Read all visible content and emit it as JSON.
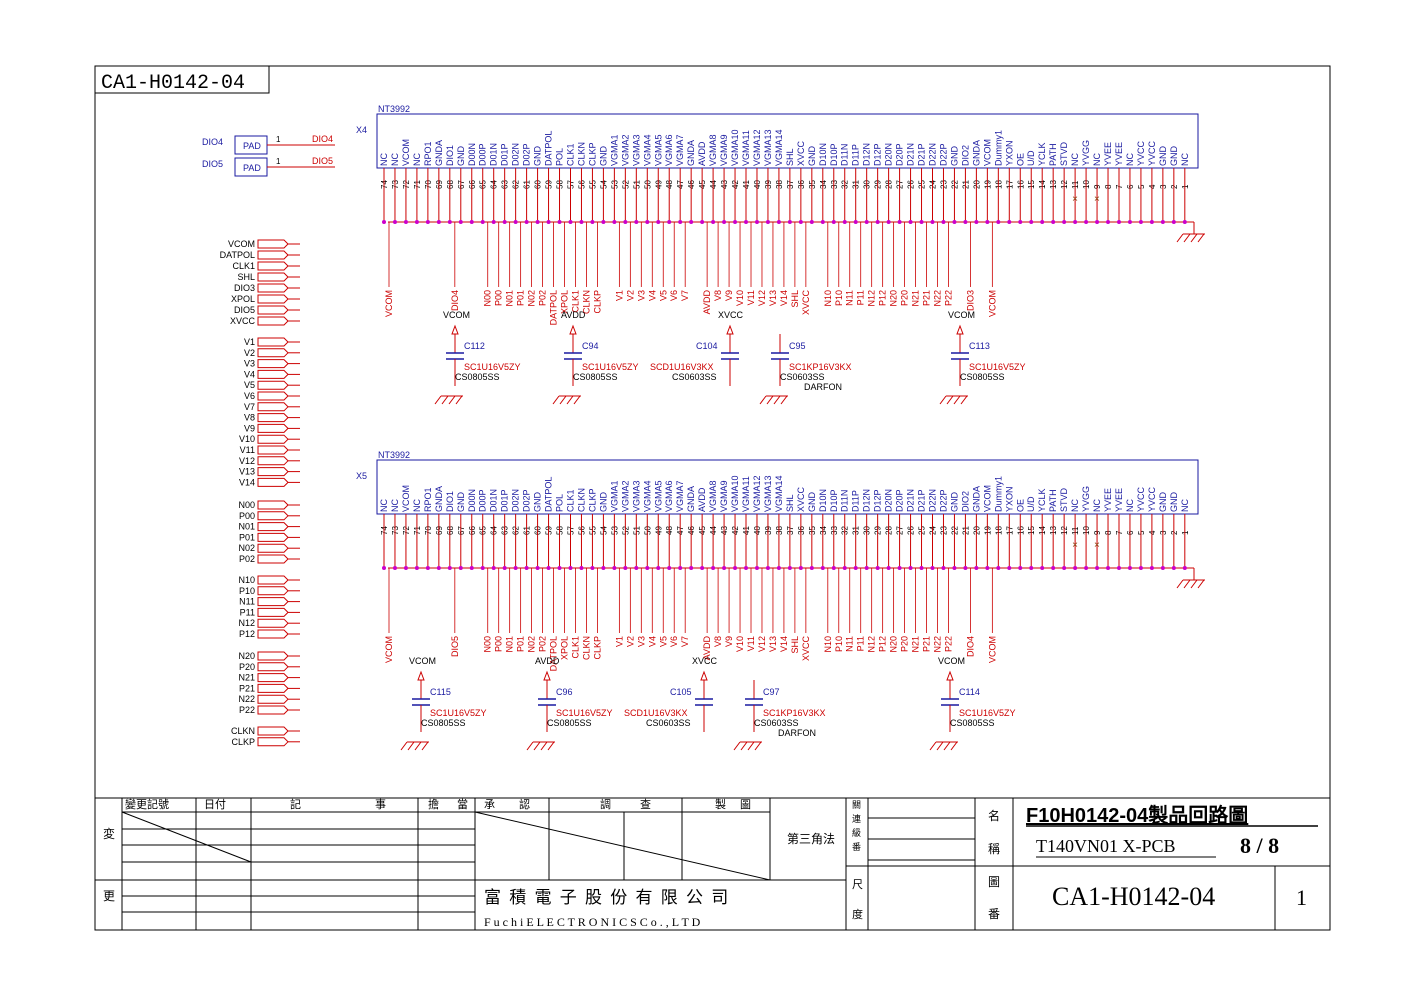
{
  "page": {
    "sheet_code": "CA1-H0142-04"
  },
  "colors": {
    "wire": "#cc0000",
    "part": "#1a1aa0",
    "text": "#000000",
    "node": "#cc00cc",
    "noconnect": "#8b4513"
  },
  "connectors": [
    {
      "part_name": "NT3992",
      "ref": "X4",
      "pins": [
        {
          "num": "74",
          "name": "NC"
        },
        {
          "num": "73",
          "name": "NC"
        },
        {
          "num": "72",
          "name": "VCOM"
        },
        {
          "num": "71",
          "name": "NC"
        },
        {
          "num": "70",
          "name": "RPO1"
        },
        {
          "num": "69",
          "name": "GNDA"
        },
        {
          "num": "68",
          "name": "DIO1"
        },
        {
          "num": "67",
          "name": "GND"
        },
        {
          "num": "66",
          "name": "D00N"
        },
        {
          "num": "65",
          "name": "D00P"
        },
        {
          "num": "64",
          "name": "D01N"
        },
        {
          "num": "63",
          "name": "D01P"
        },
        {
          "num": "62",
          "name": "D02N"
        },
        {
          "num": "61",
          "name": "D02P"
        },
        {
          "num": "60",
          "name": "GND"
        },
        {
          "num": "59",
          "name": "DATPOL"
        },
        {
          "num": "58",
          "name": "POL"
        },
        {
          "num": "57",
          "name": "CLK1"
        },
        {
          "num": "56",
          "name": "CLKN"
        },
        {
          "num": "55",
          "name": "CLKP"
        },
        {
          "num": "54",
          "name": "GND"
        },
        {
          "num": "53",
          "name": "VGMA1"
        },
        {
          "num": "52",
          "name": "VGMA2"
        },
        {
          "num": "51",
          "name": "VGMA3"
        },
        {
          "num": "50",
          "name": "VGMA4"
        },
        {
          "num": "49",
          "name": "VGMA5"
        },
        {
          "num": "48",
          "name": "VGMA6"
        },
        {
          "num": "47",
          "name": "VGMA7"
        },
        {
          "num": "46",
          "name": "GNDA"
        },
        {
          "num": "45",
          "name": "AVDD"
        },
        {
          "num": "44",
          "name": "VGMA8"
        },
        {
          "num": "43",
          "name": "VGMA9"
        },
        {
          "num": "42",
          "name": "VGMA10"
        },
        {
          "num": "41",
          "name": "VGMA11"
        },
        {
          "num": "40",
          "name": "VGMA12"
        },
        {
          "num": "39",
          "name": "VGMA13"
        },
        {
          "num": "38",
          "name": "VGMA14"
        },
        {
          "num": "37",
          "name": "SHL"
        },
        {
          "num": "36",
          "name": "XVCC"
        },
        {
          "num": "35",
          "name": "GND"
        },
        {
          "num": "34",
          "name": "D10N"
        },
        {
          "num": "33",
          "name": "D10P"
        },
        {
          "num": "32",
          "name": "D11N"
        },
        {
          "num": "31",
          "name": "D11P"
        },
        {
          "num": "30",
          "name": "D12N"
        },
        {
          "num": "29",
          "name": "D12P"
        },
        {
          "num": "28",
          "name": "D20N"
        },
        {
          "num": "27",
          "name": "D20P"
        },
        {
          "num": "26",
          "name": "D21N"
        },
        {
          "num": "25",
          "name": "D21P"
        },
        {
          "num": "24",
          "name": "D22N"
        },
        {
          "num": "23",
          "name": "D22P"
        },
        {
          "num": "22",
          "name": "GND"
        },
        {
          "num": "21",
          "name": "DIO2"
        },
        {
          "num": "20",
          "name": "GNDA"
        },
        {
          "num": "19",
          "name": "VCOM"
        },
        {
          "num": "18",
          "name": "Dummy1"
        },
        {
          "num": "17",
          "name": "YXON"
        },
        {
          "num": "16",
          "name": "OE"
        },
        {
          "num": "15",
          "name": "U/D"
        },
        {
          "num": "14",
          "name": "YCLK"
        },
        {
          "num": "13",
          "name": "PATH"
        },
        {
          "num": "12",
          "name": "STVD"
        },
        {
          "num": "11",
          "name": "NC"
        },
        {
          "num": "10",
          "name": "YVGG"
        },
        {
          "num": "9",
          "name": "NC"
        },
        {
          "num": "8",
          "name": "YVEE"
        },
        {
          "num": "7",
          "name": "YVEE"
        },
        {
          "num": "6",
          "name": "NC"
        },
        {
          "num": "5",
          "name": "YVCC"
        },
        {
          "num": "4",
          "name": "YVCC"
        },
        {
          "num": "3",
          "name": "GND"
        },
        {
          "num": "2",
          "name": "GND"
        },
        {
          "num": "1",
          "name": "NC"
        }
      ],
      "nets": [
        "VCOM",
        "DIO4",
        "N00",
        "P00",
        "N01",
        "P01",
        "N02",
        "P02",
        "DATPOL",
        "XPOL",
        "CLK1",
        "CLKN",
        "CLKP",
        "V1",
        "V2",
        "V3",
        "V4",
        "V5",
        "V6",
        "V7",
        "AVDD",
        "V8",
        "V9",
        "V10",
        "V11",
        "V12",
        "V13",
        "V14",
        "SHL",
        "XVCC",
        "N10",
        "P10",
        "N11",
        "P11",
        "N12",
        "P12",
        "N20",
        "P20",
        "N21",
        "P21",
        "N22",
        "P22",
        "DIO3",
        "VCOM"
      ],
      "caps": [
        {
          "ref": "C112",
          "value": "SC1U16V5ZY",
          "pkg": "CS0805SS",
          "mfr": "",
          "net": "VCOM"
        },
        {
          "ref": "C94",
          "value": "SC1U16V5ZY",
          "pkg": "CS0805SS",
          "mfr": "",
          "net": "AVDD"
        },
        {
          "ref": "C104",
          "value": "SCD1U16V3KX",
          "pkg": "CS0603SS",
          "mfr": "",
          "net": "XVCC"
        },
        {
          "ref": "C95",
          "value": "SC1KP16V3KX",
          "pkg": "CS0603SS",
          "mfr": "DARFON",
          "net": ""
        },
        {
          "ref": "C113",
          "value": "SC1U16V5ZY",
          "pkg": "CS0805SS",
          "mfr": "",
          "net": "VCOM"
        }
      ]
    },
    {
      "part_name": "NT3992",
      "ref": "X5",
      "pins": [
        {
          "num": "74",
          "name": "NC"
        },
        {
          "num": "73",
          "name": "NC"
        },
        {
          "num": "72",
          "name": "VCOM"
        },
        {
          "num": "71",
          "name": "NC"
        },
        {
          "num": "70",
          "name": "RPO1"
        },
        {
          "num": "69",
          "name": "GNDA"
        },
        {
          "num": "68",
          "name": "DIO1"
        },
        {
          "num": "67",
          "name": "GND"
        },
        {
          "num": "66",
          "name": "D00N"
        },
        {
          "num": "65",
          "name": "D00P"
        },
        {
          "num": "64",
          "name": "D01N"
        },
        {
          "num": "63",
          "name": "D01P"
        },
        {
          "num": "62",
          "name": "D02N"
        },
        {
          "num": "61",
          "name": "D02P"
        },
        {
          "num": "60",
          "name": "GND"
        },
        {
          "num": "59",
          "name": "DATPOL"
        },
        {
          "num": "58",
          "name": "POL"
        },
        {
          "num": "57",
          "name": "CLK1"
        },
        {
          "num": "56",
          "name": "CLKN"
        },
        {
          "num": "55",
          "name": "CLKP"
        },
        {
          "num": "54",
          "name": "GND"
        },
        {
          "num": "53",
          "name": "VGMA1"
        },
        {
          "num": "52",
          "name": "VGMA2"
        },
        {
          "num": "51",
          "name": "VGMA3"
        },
        {
          "num": "50",
          "name": "VGMA4"
        },
        {
          "num": "49",
          "name": "VGMA5"
        },
        {
          "num": "48",
          "name": "VGMA6"
        },
        {
          "num": "47",
          "name": "VGMA7"
        },
        {
          "num": "46",
          "name": "GNDA"
        },
        {
          "num": "45",
          "name": "AVDD"
        },
        {
          "num": "44",
          "name": "VGMA8"
        },
        {
          "num": "43",
          "name": "VGMA9"
        },
        {
          "num": "42",
          "name": "VGMA10"
        },
        {
          "num": "41",
          "name": "VGMA11"
        },
        {
          "num": "40",
          "name": "VGMA12"
        },
        {
          "num": "39",
          "name": "VGMA13"
        },
        {
          "num": "38",
          "name": "VGMA14"
        },
        {
          "num": "37",
          "name": "SHL"
        },
        {
          "num": "36",
          "name": "XVCC"
        },
        {
          "num": "35",
          "name": "GND"
        },
        {
          "num": "34",
          "name": "D10N"
        },
        {
          "num": "33",
          "name": "D10P"
        },
        {
          "num": "32",
          "name": "D11N"
        },
        {
          "num": "31",
          "name": "D11P"
        },
        {
          "num": "30",
          "name": "D12N"
        },
        {
          "num": "29",
          "name": "D12P"
        },
        {
          "num": "28",
          "name": "D20N"
        },
        {
          "num": "27",
          "name": "D20P"
        },
        {
          "num": "26",
          "name": "D21N"
        },
        {
          "num": "25",
          "name": "D21P"
        },
        {
          "num": "24",
          "name": "D22N"
        },
        {
          "num": "23",
          "name": "D22P"
        },
        {
          "num": "22",
          "name": "GND"
        },
        {
          "num": "21",
          "name": "DIO2"
        },
        {
          "num": "20",
          "name": "GNDA"
        },
        {
          "num": "19",
          "name": "VCOM"
        },
        {
          "num": "18",
          "name": "Dummy1"
        },
        {
          "num": "17",
          "name": "YXON"
        },
        {
          "num": "16",
          "name": "OE"
        },
        {
          "num": "15",
          "name": "U/D"
        },
        {
          "num": "14",
          "name": "YCLK"
        },
        {
          "num": "13",
          "name": "PATH"
        },
        {
          "num": "12",
          "name": "STVD"
        },
        {
          "num": "11",
          "name": "NC"
        },
        {
          "num": "10",
          "name": "YVGG"
        },
        {
          "num": "9",
          "name": "NC"
        },
        {
          "num": "8",
          "name": "YVEE"
        },
        {
          "num": "7",
          "name": "YVEE"
        },
        {
          "num": "6",
          "name": "NC"
        },
        {
          "num": "5",
          "name": "YVCC"
        },
        {
          "num": "4",
          "name": "YVCC"
        },
        {
          "num": "3",
          "name": "GND"
        },
        {
          "num": "2",
          "name": "GND"
        },
        {
          "num": "1",
          "name": "NC"
        }
      ],
      "nets": [
        "VCOM",
        "DIO5",
        "N00",
        "P00",
        "N01",
        "P01",
        "N02",
        "P02",
        "DATPOL",
        "XPOL",
        "CLK1",
        "CLKN",
        "CLKP",
        "V1",
        "V2",
        "V3",
        "V4",
        "V5",
        "V6",
        "V7",
        "AVDD",
        "V8",
        "V9",
        "V10",
        "V11",
        "V12",
        "V13",
        "V14",
        "SHL",
        "XVCC",
        "N10",
        "P10",
        "N11",
        "P11",
        "N12",
        "P12",
        "N20",
        "P20",
        "N21",
        "P21",
        "N22",
        "P22",
        "DIO4",
        "VCOM"
      ],
      "caps": [
        {
          "ref": "C115",
          "value": "SC1U16V5ZY",
          "pkg": "CS0805SS",
          "mfr": "",
          "net": "VCOM"
        },
        {
          "ref": "C96",
          "value": "SC1U16V5ZY",
          "pkg": "CS0805SS",
          "mfr": "",
          "net": "AVDD"
        },
        {
          "ref": "C105",
          "value": "SCD1U16V3KX",
          "pkg": "CS0603SS",
          "mfr": "",
          "net": "XVCC"
        },
        {
          "ref": "C97",
          "value": "SC1KP16V3KX",
          "pkg": "CS0603SS",
          "mfr": "DARFON",
          "net": ""
        },
        {
          "ref": "C114",
          "value": "SC1U16V5ZY",
          "pkg": "CS0805SS",
          "mfr": "",
          "net": "VCOM"
        }
      ]
    }
  ],
  "pads": [
    {
      "net": "DIO4",
      "label": "PAD",
      "pin": "1"
    },
    {
      "net": "DIO5",
      "label": "PAD",
      "pin": "1"
    }
  ],
  "ports": {
    "group1": [
      "VCOM",
      "DATPOL",
      "CLK1",
      "SHL",
      "DIO3",
      "XPOL",
      "DIO5",
      "XVCC"
    ],
    "group2": [
      "V1",
      "V2",
      "V3",
      "V4",
      "V5",
      "V6",
      "V7",
      "V8",
      "V9",
      "V10",
      "V11",
      "V12",
      "V13",
      "V14"
    ],
    "group3": [
      "N00",
      "P00",
      "N01",
      "P01",
      "N02",
      "P02"
    ],
    "group4": [
      "N10",
      "P10",
      "N11",
      "P11",
      "N12",
      "P12"
    ],
    "group5": [
      "N20",
      "P20",
      "N21",
      "P21",
      "N22",
      "P22"
    ],
    "group6": [
      "CLKN",
      "CLKP"
    ]
  },
  "title_block": {
    "headers": [
      "變更記號",
      "日付",
      "記",
      "事",
      "擔",
      "當",
      "承",
      "認",
      "調",
      "查",
      "製",
      "圖"
    ],
    "side_change_1": "変",
    "side_change_2": "更",
    "third_angle": "第三角法",
    "related": [
      "關",
      "連",
      "級",
      "番"
    ],
    "scale": [
      "尺",
      "度"
    ],
    "name_label": [
      "名",
      "稱"
    ],
    "drawing_label": [
      "圖",
      "番"
    ],
    "company_cn": "富 積 電 子 股 份 有 限 公 司",
    "company_en": "F u c h i    E L E C T R O N I C S    C o . , L T D",
    "title": "F10H0142-04製品回路圖",
    "model": "T140VN01  X-PCB",
    "page_num": "8 / 8",
    "drawing_no": "CA1-H0142-04",
    "revision": "1"
  }
}
